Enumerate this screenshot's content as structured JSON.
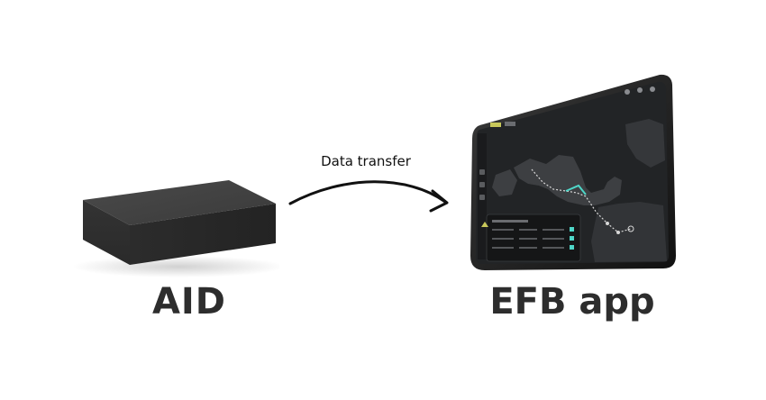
{
  "labels": {
    "left_device": "AID",
    "transfer": "Data transfer",
    "right_device": "EFB app"
  },
  "colors": {
    "box": "#3a3a3a",
    "label": "#2d2d2d",
    "arrow": "#111111",
    "tablet_frame": "#222222",
    "map_bg": "#222426",
    "map_land": "#3d3f42",
    "route_accent": "#4fd6c8"
  }
}
